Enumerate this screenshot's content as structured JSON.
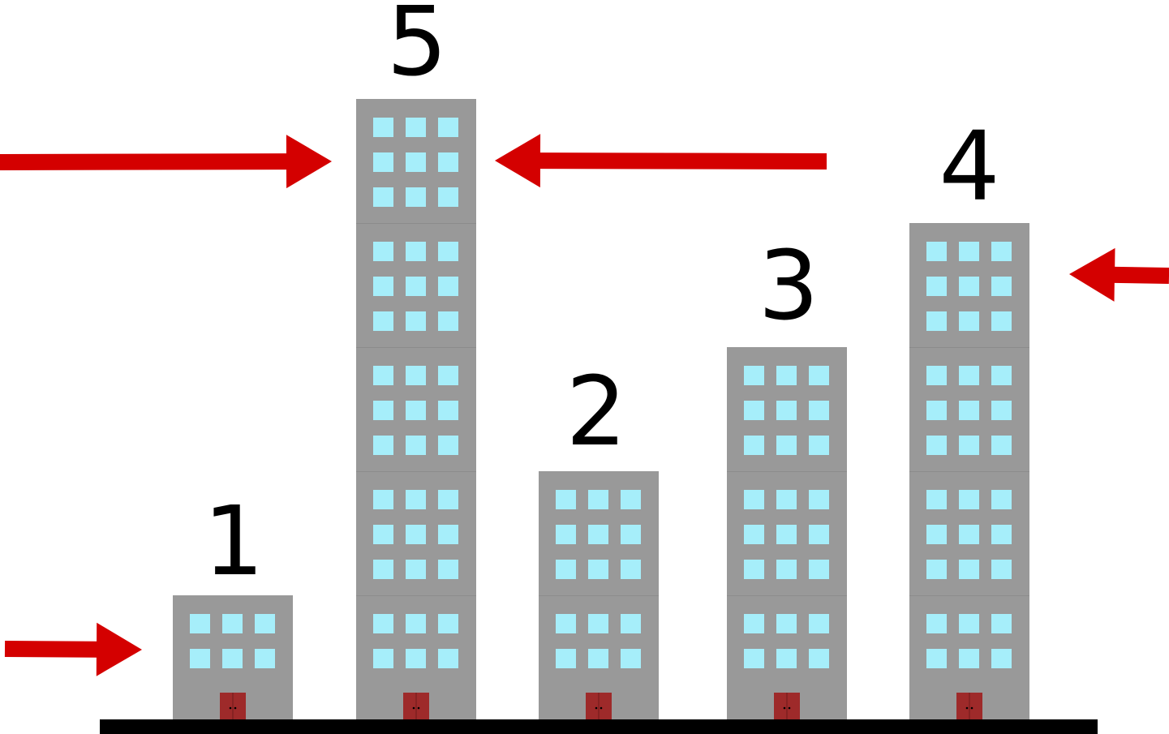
{
  "colors": {
    "building": "#999999",
    "window": "#a6eefa",
    "door": "#9e2a2a",
    "arrow": "#d40000",
    "ground": "#000000",
    "floor_line": "#8c8c8c"
  },
  "buildings": [
    {
      "label": "1",
      "floors": 1
    },
    {
      "label": "5",
      "floors": 5
    },
    {
      "label": "2",
      "floors": 2
    },
    {
      "label": "3",
      "floors": 3
    },
    {
      "label": "4",
      "floors": 4
    }
  ],
  "arrows": [
    {
      "points_to": "1",
      "direction": "right"
    },
    {
      "points_to": "5",
      "direction": "right"
    },
    {
      "points_to": "5",
      "direction": "left"
    },
    {
      "points_to": "4",
      "direction": "left"
    }
  ]
}
